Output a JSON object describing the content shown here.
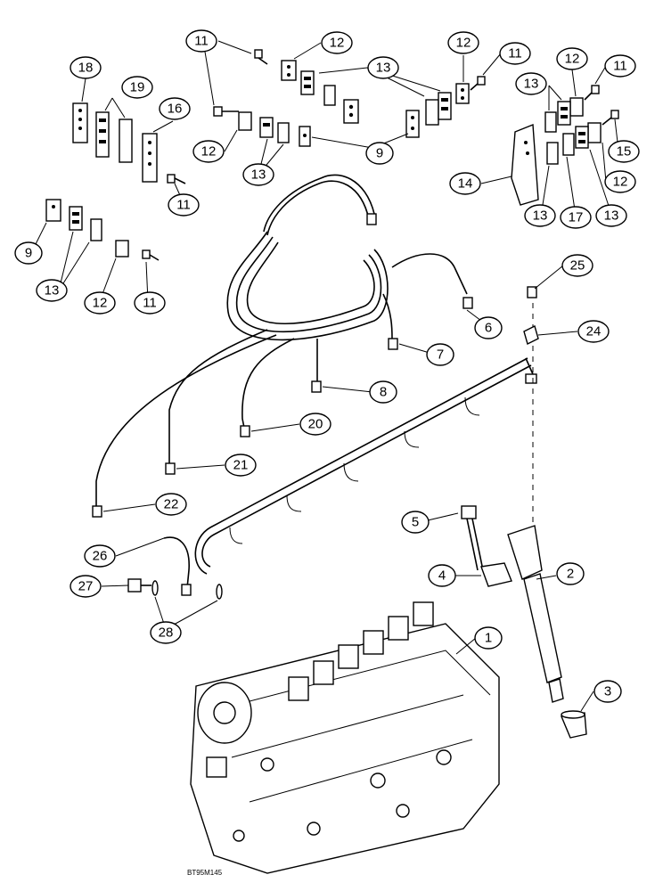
{
  "diagram": {
    "reference_code": "BT95M145",
    "callouts": [
      {
        "id": "c11a",
        "label": "11"
      },
      {
        "id": "c12a",
        "label": "12"
      },
      {
        "id": "c13a",
        "label": "13"
      },
      {
        "id": "c12b",
        "label": "12"
      },
      {
        "id": "c11b",
        "label": "11"
      },
      {
        "id": "c18",
        "label": "18"
      },
      {
        "id": "c19",
        "label": "19"
      },
      {
        "id": "c16",
        "label": "16"
      },
      {
        "id": "c12c",
        "label": "12"
      },
      {
        "id": "c13b",
        "label": "13"
      },
      {
        "id": "c9a",
        "label": "9"
      },
      {
        "id": "c13c",
        "label": "13"
      },
      {
        "id": "c12d",
        "label": "12"
      },
      {
        "id": "c11c",
        "label": "11"
      },
      {
        "id": "c15",
        "label": "15"
      },
      {
        "id": "c12e",
        "label": "12"
      },
      {
        "id": "c14",
        "label": "14"
      },
      {
        "id": "c13d",
        "label": "13"
      },
      {
        "id": "c17",
        "label": "17"
      },
      {
        "id": "c13e",
        "label": "13"
      },
      {
        "id": "c11d",
        "label": "11"
      },
      {
        "id": "c9b",
        "label": "9"
      },
      {
        "id": "c13f",
        "label": "13"
      },
      {
        "id": "c12f",
        "label": "12"
      },
      {
        "id": "c11e",
        "label": "11"
      },
      {
        "id": "c25",
        "label": "25"
      },
      {
        "id": "c6",
        "label": "6"
      },
      {
        "id": "c24",
        "label": "24"
      },
      {
        "id": "c7",
        "label": "7"
      },
      {
        "id": "c8",
        "label": "8"
      },
      {
        "id": "c20",
        "label": "20"
      },
      {
        "id": "c21",
        "label": "21"
      },
      {
        "id": "c22",
        "label": "22"
      },
      {
        "id": "c5",
        "label": "5"
      },
      {
        "id": "c26",
        "label": "26"
      },
      {
        "id": "c4",
        "label": "4"
      },
      {
        "id": "c2",
        "label": "2"
      },
      {
        "id": "c27",
        "label": "27"
      },
      {
        "id": "c28",
        "label": "28"
      },
      {
        "id": "c1",
        "label": "1"
      },
      {
        "id": "c3",
        "label": "3"
      }
    ]
  }
}
